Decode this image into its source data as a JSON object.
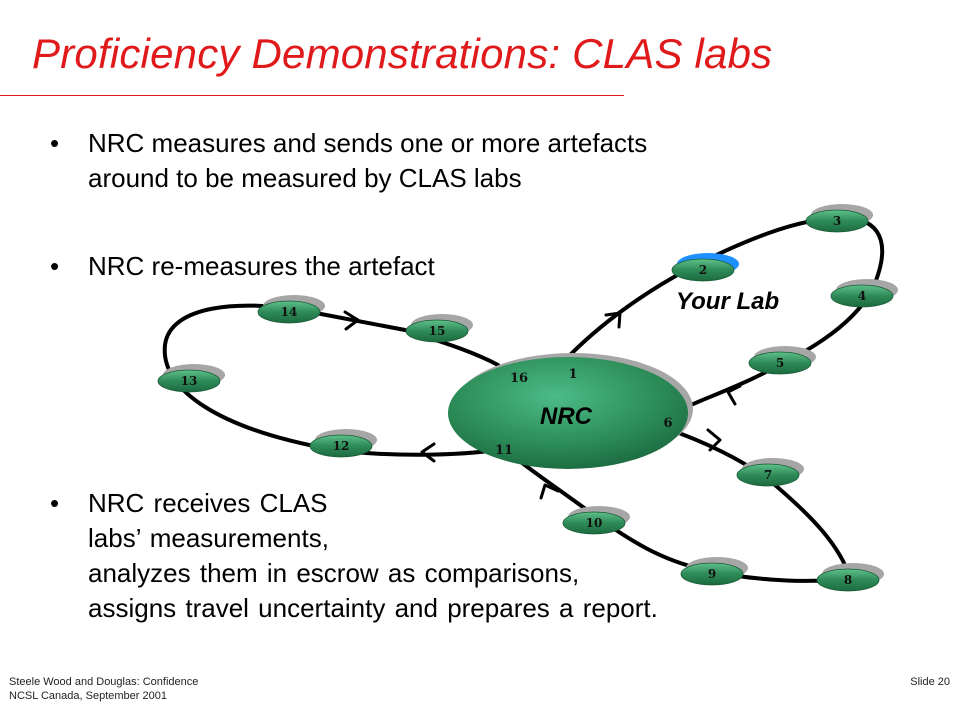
{
  "slide": {
    "title": "Proficiency Demonstrations: CLAS labs",
    "bullets": [
      {
        "marker": "•",
        "lines": [
          "NRC measures and sends one or more artefacts",
          "around to be measured by CLAS labs"
        ]
      },
      {
        "marker": "•",
        "lines": [
          "NRC re-measures the artefact"
        ]
      },
      {
        "marker": "•",
        "lines": [
          "NRC receives CLAS",
          "labs’ measurements,",
          "analyzes them in escrow as comparisons,",
          "assigns travel uncertainty and prepares a report."
        ]
      }
    ]
  },
  "diagram": {
    "center_label": "NRC",
    "center_numbers": {
      "n1": "1",
      "n6": "6",
      "n11": "11",
      "n16": "16"
    },
    "your_lab_label": "Your Lab",
    "nodes": [
      "2",
      "3",
      "4",
      "5",
      "7",
      "8",
      "9",
      "10",
      "12",
      "13",
      "14",
      "15"
    ],
    "highlighted_node": "2",
    "colors": {
      "node": "#2e8b57",
      "center": "#2e8b57",
      "highlight": "#1e90ff",
      "shadow": "#a6a6a6"
    }
  },
  "footer": {
    "left_line1": "Steele Wood and Douglas: Confidence",
    "left_line2": "NCSL Canada, September 2001",
    "right": "Slide 20"
  }
}
